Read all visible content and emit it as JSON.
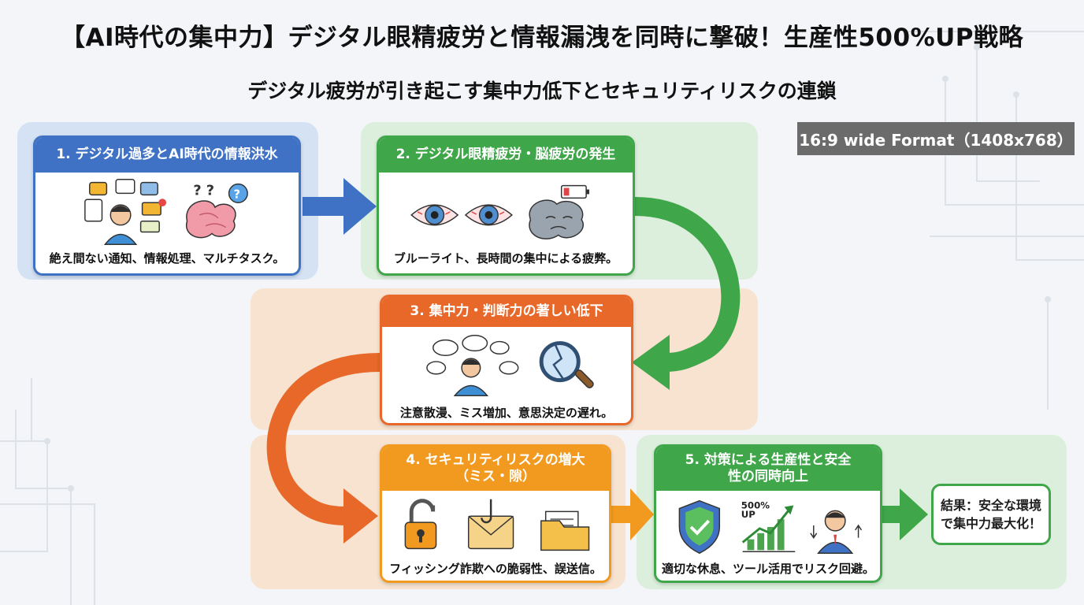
{
  "title": "【AI時代の集中力】デジタル眼精疲労と情報漏洩を同時に撃破！生産性500%UP戦略",
  "subtitle": "デジタル疲労が引き起こす集中力低下とセキュリティリスクの連鎖",
  "format_badge": "16:9 wide Format（1408x768）",
  "colors": {
    "blue": "#3f72c4",
    "green": "#3fa64a",
    "orange": "#e8682a",
    "amber": "#f29a1f",
    "zone_blue": "#d4e2f4",
    "zone_green": "#dcefdc",
    "zone_orange": "#f7e3cf"
  },
  "steps": [
    {
      "header": "1. デジタル過多とAI時代の情報洪水",
      "caption": "絶え間ない通知、情報処理、マルチタスク。",
      "icons": [
        "notifications-person-icon",
        "confused-brain-icon"
      ]
    },
    {
      "header": "2. デジタル眼精疲労・脳疲労の発生",
      "caption": "ブルーライト、長時間の集中による疲弊。",
      "icons": [
        "tired-eye-icon",
        "tired-eye-icon",
        "exhausted-brain-icon",
        "low-battery-icon"
      ]
    },
    {
      "header": "3. 集中力・判断力の著しい低下",
      "caption": "注意散漫、ミス増加、意思決定の遅れ。",
      "icons": [
        "distracted-person-icon",
        "cracked-magnifier-icon"
      ]
    },
    {
      "header_line1": "4. セキュリティリスクの増大",
      "header_line2": "（ミス・隙）",
      "caption": "フィッシング詐欺への脆弱性、誤送信。",
      "icons": [
        "unlocked-padlock-icon",
        "phishing-envelope-icon",
        "open-folder-icon"
      ]
    },
    {
      "header_line1": "5. 対策による生産性と安全",
      "header_line2": "性の同時向上",
      "caption": "適切な休息、ツール活用でリスク回避。",
      "growth_label_1": "500%",
      "growth_label_2": "UP",
      "icons": [
        "security-shield-icon",
        "growth-chart-icon",
        "confident-person-icon"
      ]
    }
  ],
  "result": {
    "line1": "結果：安全な環境",
    "line2": "で集中力最大化！"
  }
}
